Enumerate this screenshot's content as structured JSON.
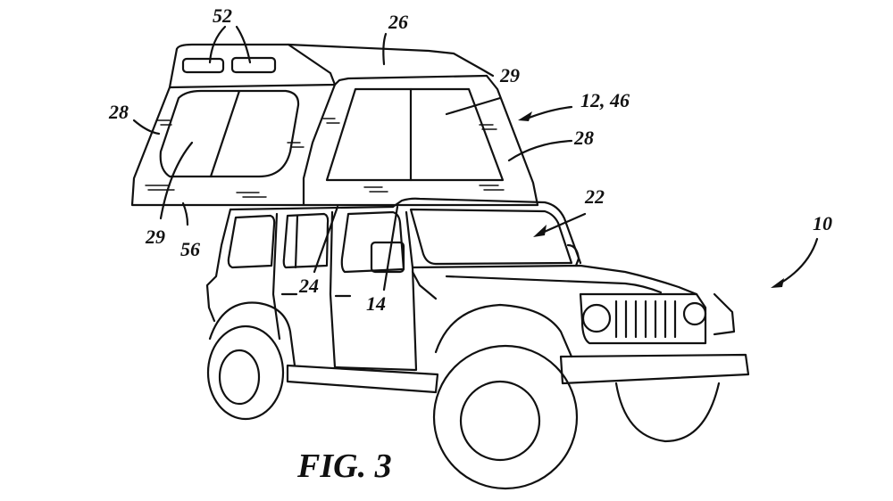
{
  "figure": {
    "caption": "FIG. 3",
    "labels": {
      "l52": "52",
      "l26": "26",
      "l29_top": "29",
      "l12_46": "12, 46",
      "l28_right": "28",
      "l28_left": "28",
      "l22": "22",
      "l10": "10",
      "l29_left": "29",
      "l56": "56",
      "l24": "24",
      "l14": "14"
    }
  },
  "colors": {
    "line": "#111111",
    "background": "#ffffff"
  }
}
